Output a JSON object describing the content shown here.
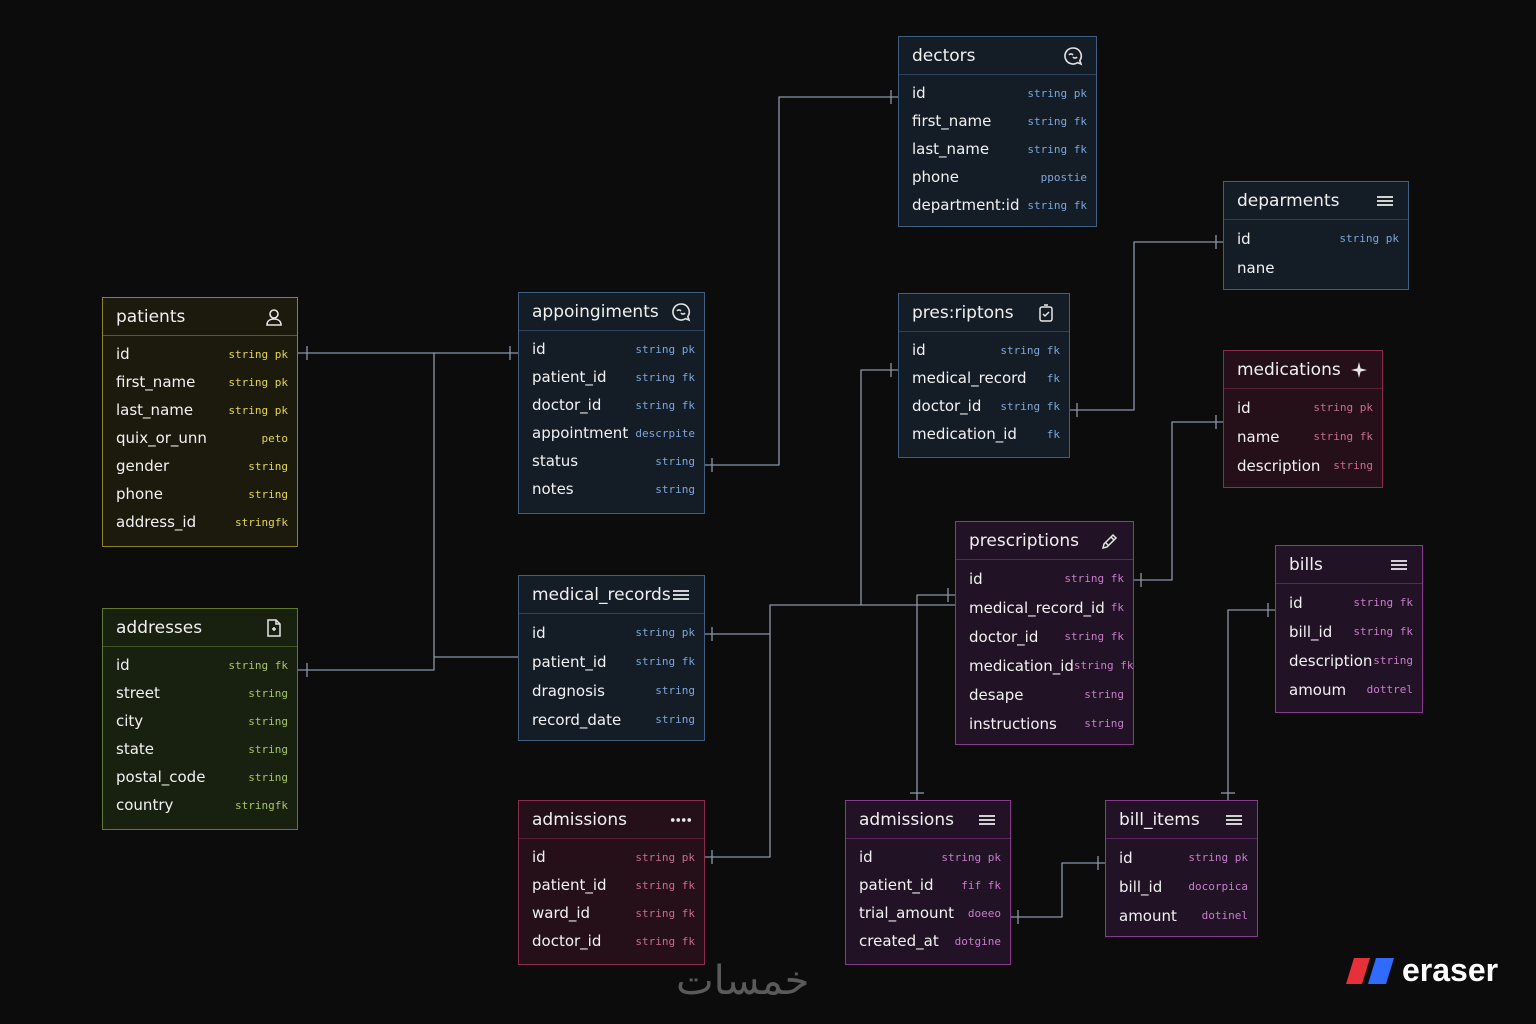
{
  "tables": {
    "doctors": {
      "name": "dectors",
      "icon": "chat-bubble-icon",
      "fields": [
        {
          "name": "id",
          "type": "string pk"
        },
        {
          "name": "first_name",
          "type": "string fk"
        },
        {
          "name": "last_name",
          "type": "string fk"
        },
        {
          "name": "phone",
          "type": "ppostie"
        },
        {
          "name": "department:id",
          "type": "string fk"
        }
      ]
    },
    "departments": {
      "name": "deparments",
      "icon": "menu-icon",
      "fields": [
        {
          "name": "id",
          "type": "string pk"
        },
        {
          "name": "nane",
          "type": ""
        }
      ]
    },
    "patients": {
      "name": "patients",
      "icon": "user-icon",
      "fields": [
        {
          "name": "id",
          "type": "string pk"
        },
        {
          "name": "first_name",
          "type": "string pk"
        },
        {
          "name": "last_name",
          "type": "string pk"
        },
        {
          "name": "quix_or_unn",
          "type": "peto"
        },
        {
          "name": "gender",
          "type": "string"
        },
        {
          "name": "phone",
          "type": "string"
        },
        {
          "name": "address_id",
          "type": "stringfk"
        }
      ]
    },
    "appointments": {
      "name": "appoingiments",
      "icon": "chat-bubble-icon",
      "fields": [
        {
          "name": "id",
          "type": "string pk"
        },
        {
          "name": "patient_id",
          "type": "string fk"
        },
        {
          "name": "doctor_id",
          "type": "string fk"
        },
        {
          "name": "appointment",
          "type": "descrpite"
        },
        {
          "name": "status",
          "type": "string"
        },
        {
          "name": "notes",
          "type": "string"
        }
      ]
    },
    "prescriptions_top": {
      "name": "pres:riptons",
      "icon": "clipboard-icon",
      "fields": [
        {
          "name": "id",
          "type": "string fk"
        },
        {
          "name": "medical_record",
          "type": "fk"
        },
        {
          "name": "doctor_id",
          "type": "string fk"
        },
        {
          "name": "medication_id",
          "type": "fk"
        }
      ]
    },
    "medications": {
      "name": "medications",
      "icon": "sparkle-icon",
      "fields": [
        {
          "name": "id",
          "type": "string pk"
        },
        {
          "name": "name",
          "type": "string fk"
        },
        {
          "name": "description",
          "type": "string"
        }
      ]
    },
    "addresses": {
      "name": "addresses",
      "icon": "document-icon",
      "fields": [
        {
          "name": "id",
          "type": "string fk"
        },
        {
          "name": "street",
          "type": "string"
        },
        {
          "name": "city",
          "type": "string"
        },
        {
          "name": "state",
          "type": "string"
        },
        {
          "name": "postal_code",
          "type": "string"
        },
        {
          "name": "country",
          "type": "stringfk"
        }
      ]
    },
    "medical_records": {
      "name": "medical_records",
      "icon": "menu-icon",
      "fields": [
        {
          "name": "id",
          "type": "string pk"
        },
        {
          "name": "patient_id",
          "type": "string fk"
        },
        {
          "name": "dragnosis",
          "type": "string"
        },
        {
          "name": "record_date",
          "type": "string"
        }
      ]
    },
    "prescriptions": {
      "name": "prescriptions",
      "icon": "pencil-icon",
      "fields": [
        {
          "name": "id",
          "type": "string fk"
        },
        {
          "name": "medical_record_id",
          "type": "fk"
        },
        {
          "name": "doctor_id",
          "type": "string fk"
        },
        {
          "name": "medication_id",
          "type": "string fk"
        },
        {
          "name": "desape",
          "type": "string"
        },
        {
          "name": "instructions",
          "type": "string"
        }
      ]
    },
    "bills": {
      "name": "bills",
      "icon": "menu-icon",
      "fields": [
        {
          "name": "id",
          "type": "string fk"
        },
        {
          "name": "bill_id",
          "type": "string fk"
        },
        {
          "name": "description",
          "type": "string"
        },
        {
          "name": "amoum",
          "type": "dottrel"
        }
      ]
    },
    "admissions_left": {
      "name": "admissions",
      "icon": "more-dots-icon",
      "fields": [
        {
          "name": "id",
          "type": "string pk"
        },
        {
          "name": "patient_id",
          "type": "string fk"
        },
        {
          "name": "ward_id",
          "type": "string fk"
        },
        {
          "name": "doctor_id",
          "type": "string fk"
        }
      ]
    },
    "admissions_right": {
      "name": "admissions",
      "icon": "menu-icon",
      "fields": [
        {
          "name": "id",
          "type": "string pk"
        },
        {
          "name": "patient_id",
          "type": "fif fk"
        },
        {
          "name": "trial_amount",
          "type": "doeeo"
        },
        {
          "name": "created_at",
          "type": "dotgine"
        }
      ]
    },
    "bill_items": {
      "name": "bill_items",
      "icon": "menu-icon",
      "fields": [
        {
          "name": "id",
          "type": "string pk"
        },
        {
          "name": "bill_id",
          "type": "docorpica"
        },
        {
          "name": "amount",
          "type": "dotinel"
        }
      ]
    }
  },
  "watermark": "خمسات",
  "brand": {
    "name": "eraser",
    "colors": [
      "#e8303a",
      "#2f6bff"
    ]
  },
  "colors": {
    "background": "#0c0c0d",
    "connector": "#8a96a8"
  }
}
